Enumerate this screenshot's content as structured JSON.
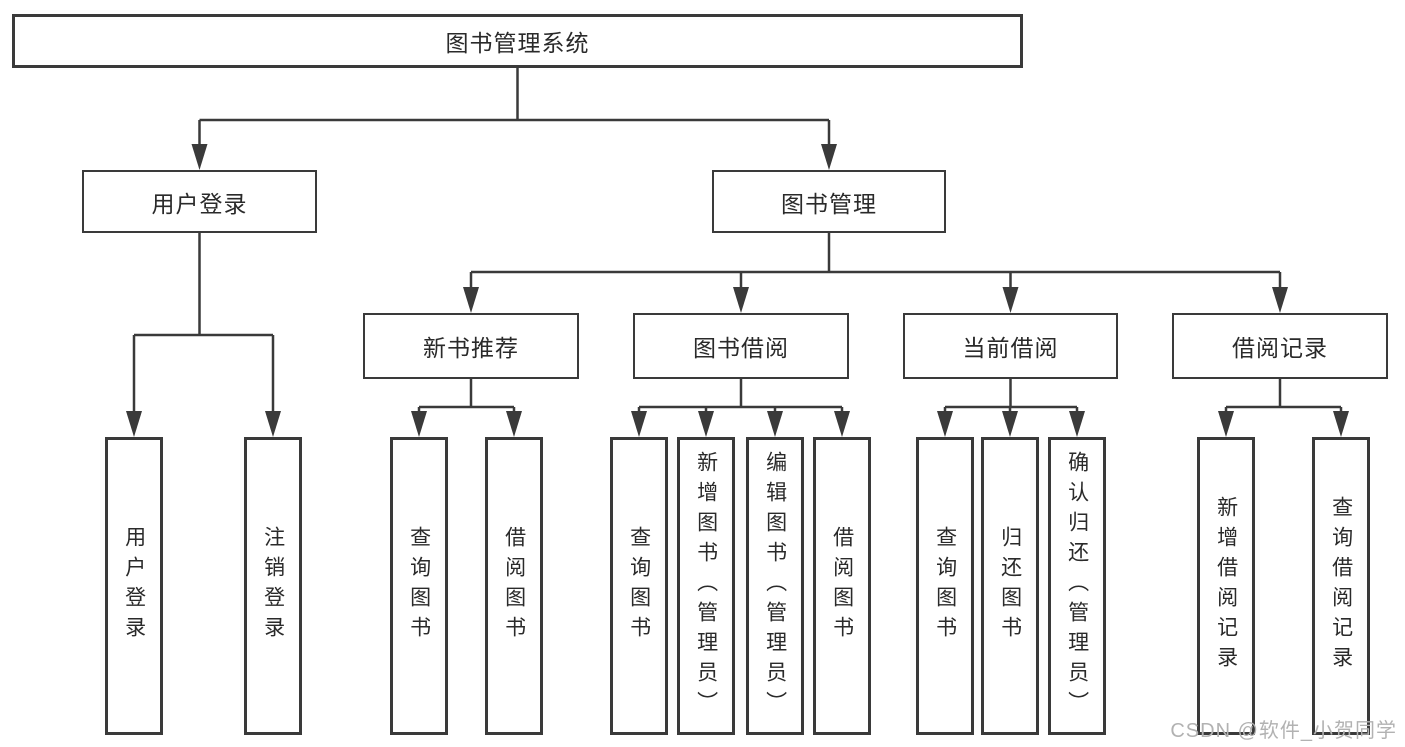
{
  "diagram": {
    "type": "hierarchy-tree",
    "tree": {
      "root": {
        "label": "图书管理系统",
        "children": [
          {
            "label": "用户登录",
            "children": [
              {
                "label": "用户登录"
              },
              {
                "label": "注销登录"
              }
            ]
          },
          {
            "label": "图书管理",
            "children": [
              {
                "label": "新书推荐",
                "children": [
                  {
                    "label": "查询图书"
                  },
                  {
                    "label": "借阅图书"
                  }
                ]
              },
              {
                "label": "图书借阅",
                "children": [
                  {
                    "label": "查询图书"
                  },
                  {
                    "label": "新增图书（管理员）"
                  },
                  {
                    "label": "编辑图书（管理员）"
                  },
                  {
                    "label": "借阅图书"
                  }
                ]
              },
              {
                "label": "当前借阅",
                "children": [
                  {
                    "label": "查询图书"
                  },
                  {
                    "label": "归还图书"
                  },
                  {
                    "label": "确认归还（管理员）"
                  }
                ]
              },
              {
                "label": "借阅记录",
                "children": [
                  {
                    "label": "新增借阅记录"
                  },
                  {
                    "label": "查询借阅记录"
                  }
                ]
              }
            ]
          }
        ]
      }
    },
    "colors": {
      "line": "#3a3a3a",
      "box_border": "#3a3a3a",
      "box_fill": "#ffffff",
      "text": "#2a2a2a",
      "watermark": "#b2b2b2",
      "background": "#ffffff"
    }
  },
  "watermark": {
    "text": "CSDN @软件_小贺同学"
  }
}
